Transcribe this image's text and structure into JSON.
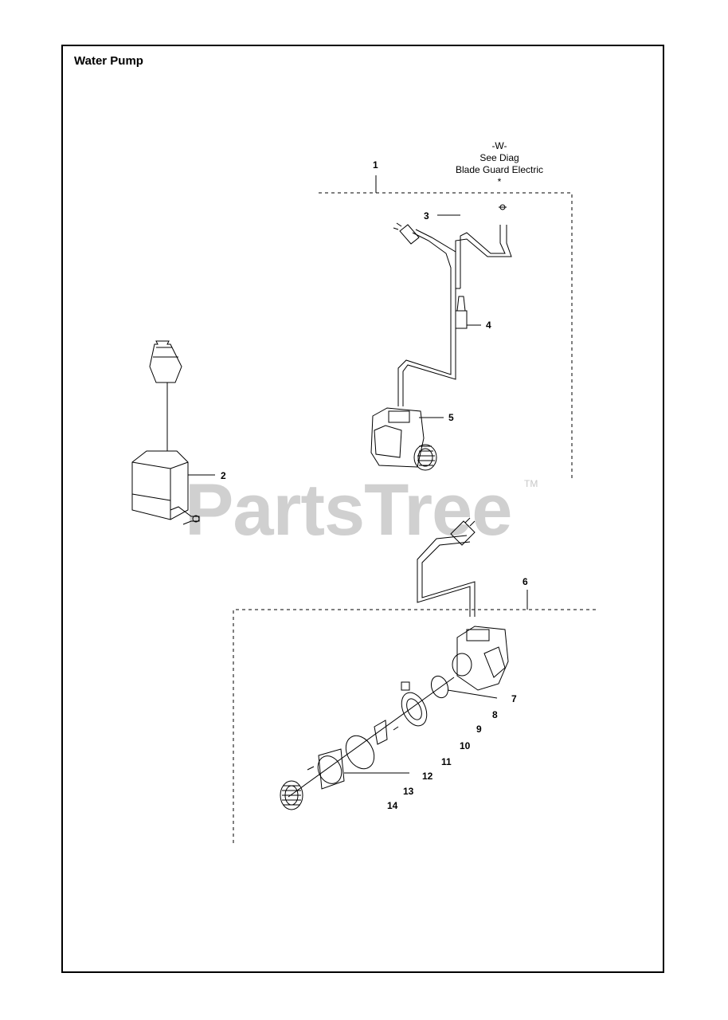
{
  "title": "Water Pump",
  "note": {
    "line1": "-W-",
    "line2": "See Diag",
    "line3": "Blade Guard Electric",
    "line4": "*"
  },
  "callouts": {
    "c1": "1",
    "c2": "2",
    "c3": "3",
    "c4": "4",
    "c5": "5",
    "c6": "6",
    "c7": "7",
    "c8": "8",
    "c9": "9",
    "c10": "10",
    "c11": "11",
    "c12": "12",
    "c13": "13",
    "c14": "14"
  },
  "watermark": {
    "text": "PartsTree",
    "tm": "TM"
  }
}
